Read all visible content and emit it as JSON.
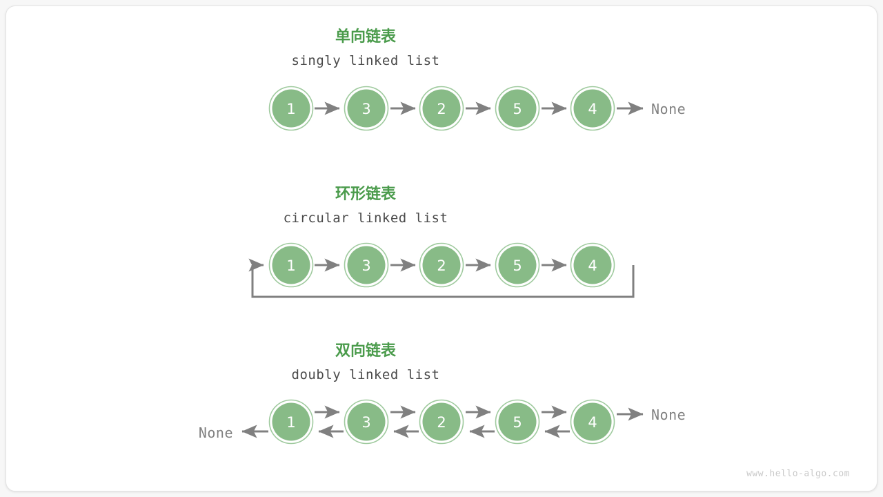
{
  "page": {
    "background_color": "#f7f7f7",
    "card_color": "#ffffff",
    "watermark": "www.hello-algo.com"
  },
  "theme": {
    "title_green": "#4a9b4b",
    "node_fill_green": "#88bb87",
    "node_ring_green": "#9fca9e",
    "arrow_gray": "#808080",
    "subtitle_gray": "#4a4a4a",
    "node_text_color": "#ffffff"
  },
  "sections": [
    {
      "id": "singly",
      "title_cn": "单向链表",
      "title_en": "singly linked list",
      "nodes": [
        "1",
        "3",
        "2",
        "5",
        "4"
      ],
      "tail_label": "None",
      "head_label": null,
      "arrows": "forward",
      "loop": false
    },
    {
      "id": "circular",
      "title_cn": "环形链表",
      "title_en": "circular linked list",
      "nodes": [
        "1",
        "3",
        "2",
        "5",
        "4"
      ],
      "tail_label": null,
      "head_label": null,
      "arrows": "forward",
      "loop": true
    },
    {
      "id": "doubly",
      "title_cn": "双向链表",
      "title_en": "doubly linked list",
      "nodes": [
        "1",
        "3",
        "2",
        "5",
        "4"
      ],
      "tail_label": "None",
      "head_label": "None",
      "arrows": "bidirectional",
      "loop": false
    }
  ]
}
